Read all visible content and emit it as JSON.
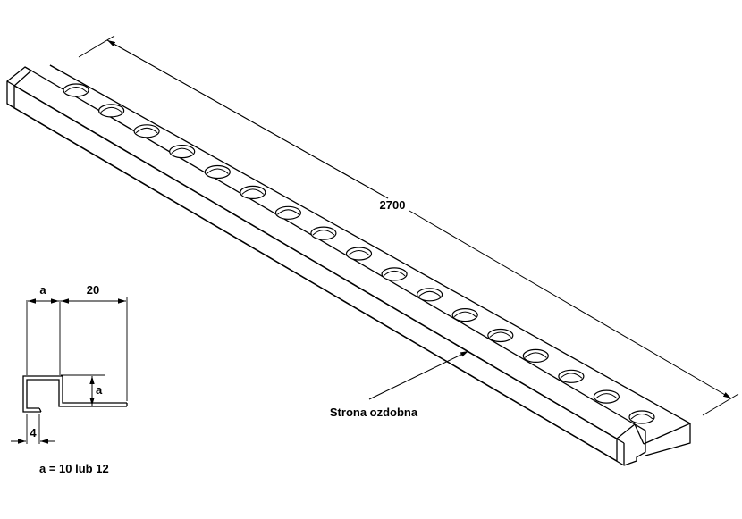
{
  "dimensions": {
    "length": "2700",
    "width_a_top": "a",
    "width_20": "20",
    "height_a": "a",
    "gap_4": "4"
  },
  "annotations": {
    "decorative_side": "Strona ozdobna",
    "formula": "a = 10 lub 12"
  }
}
